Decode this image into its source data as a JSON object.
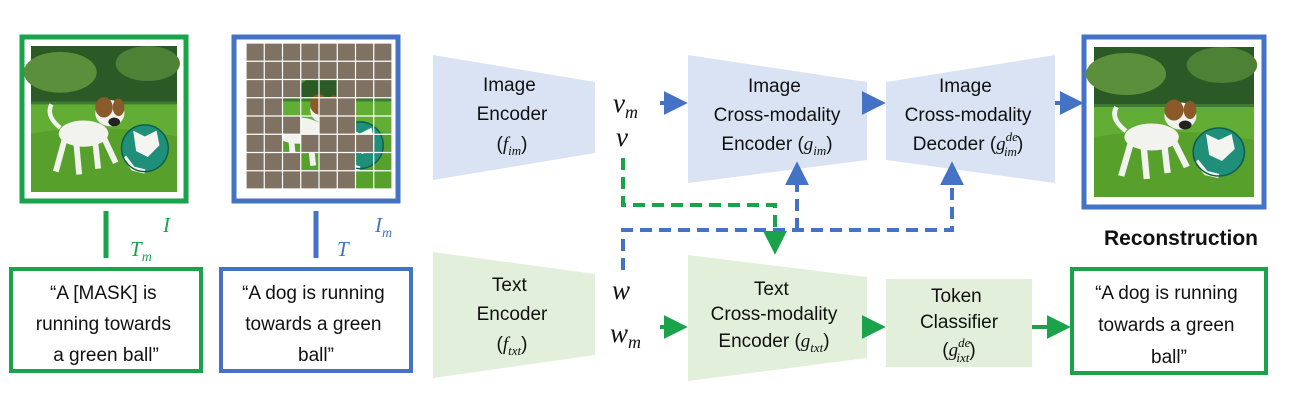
{
  "image_panels": {
    "reconstruction_caption": "Reconstruction"
  },
  "symbols": {
    "I": "I",
    "T_m": {
      "base": "T",
      "sub": "m"
    },
    "I_m": {
      "base": "I",
      "sub": "m"
    },
    "T": "T",
    "v_m": {
      "base": "v",
      "sub": "m"
    },
    "v": "v",
    "w": "w",
    "w_m": {
      "base": "w",
      "sub": "m"
    }
  },
  "text_boxes": {
    "masked": [
      "“A [MASK] is",
      "running towards",
      "a green ball”"
    ],
    "original": [
      "“A dog is running",
      "towards a green",
      "ball”"
    ],
    "output": [
      "“A dog is running",
      "towards a green",
      "ball”"
    ]
  },
  "modules": {
    "image_encoder": {
      "lines": [
        "Image",
        "Encoder"
      ],
      "fn": {
        "open": "(",
        "base": "f",
        "sub": "im",
        "close": ")"
      }
    },
    "text_encoder": {
      "lines": [
        "Text",
        "Encoder"
      ],
      "fn": {
        "open": "(",
        "base": "f",
        "sub": "txt",
        "close": ")"
      }
    },
    "image_cross_encoder": {
      "lines": [
        "Image",
        "Cross-modality"
      ],
      "word": "Encoder",
      "fn": {
        "open": "(",
        "base": "g",
        "sub": "im",
        "close": ")"
      }
    },
    "image_cross_decoder": {
      "lines": [
        "Image",
        "Cross-modality"
      ],
      "word": "Decoder",
      "fn": {
        "open": "(",
        "base": "g",
        "sup": "de",
        "sub": "im",
        "close": ")"
      }
    },
    "text_cross_encoder": {
      "lines": [
        "Text",
        "Cross-modality"
      ],
      "word": "Encoder",
      "fn": {
        "open": "(",
        "base": "g",
        "sub": "txt",
        "close": ")"
      }
    },
    "token_classifier": {
      "lines": [
        "Token",
        "Classifier"
      ],
      "fn": {
        "open": "(",
        "base": "g",
        "sup": "de",
        "sub": "ixt",
        "close": ")"
      }
    }
  },
  "colors": {
    "green": "#1aa34a",
    "blue": "#4472c4",
    "image_module_fill": "#dae3f3",
    "text_module_fill": "#e2efda",
    "mask_gray": "#7f7262",
    "grass": "#4f9a2c",
    "sky": "#2f6b2a"
  },
  "icons": {
    "photo": "dog-with-ball-photo",
    "masked_photo": "masked-dog-photo"
  }
}
